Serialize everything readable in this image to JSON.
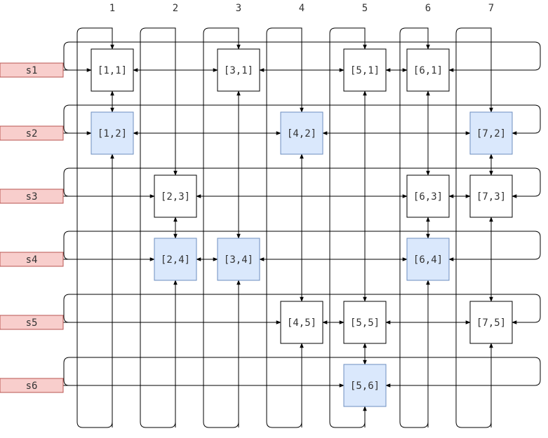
{
  "column_labels": [
    "1",
    "2",
    "3",
    "4",
    "5",
    "6",
    "7"
  ],
  "row_labels": [
    "s1",
    "s2",
    "s3",
    "s4",
    "s5",
    "s6"
  ],
  "colors": {
    "row_label_fill": "#f8cecc",
    "row_label_stroke": "#b85450",
    "node_fill_plain": "#ffffff",
    "node_fill_highlight": "#dae8fc",
    "node_stroke": "#000000",
    "highlight_stroke": "#6c8ebf",
    "line": "#000000"
  },
  "nodes": [
    {
      "label": "[1,1]",
      "col": 1,
      "row": 1,
      "highlight": false
    },
    {
      "label": "[3,1]",
      "col": 3,
      "row": 1,
      "highlight": false
    },
    {
      "label": "[5,1]",
      "col": 5,
      "row": 1,
      "highlight": false
    },
    {
      "label": "[6,1]",
      "col": 6,
      "row": 1,
      "highlight": false
    },
    {
      "label": "[1,2]",
      "col": 1,
      "row": 2,
      "highlight": true
    },
    {
      "label": "[4,2]",
      "col": 4,
      "row": 2,
      "highlight": true
    },
    {
      "label": "[7,2]",
      "col": 7,
      "row": 2,
      "highlight": true
    },
    {
      "label": "[2,3]",
      "col": 2,
      "row": 3,
      "highlight": false
    },
    {
      "label": "[6,3]",
      "col": 6,
      "row": 3,
      "highlight": false
    },
    {
      "label": "[7,3]",
      "col": 7,
      "row": 3,
      "highlight": false
    },
    {
      "label": "[2,4]",
      "col": 2,
      "row": 4,
      "highlight": true
    },
    {
      "label": "[3,4]",
      "col": 3,
      "row": 4,
      "highlight": true
    },
    {
      "label": "[6,4]",
      "col": 6,
      "row": 4,
      "highlight": true
    },
    {
      "label": "[4,5]",
      "col": 4,
      "row": 5,
      "highlight": false
    },
    {
      "label": "[5,5]",
      "col": 5,
      "row": 5,
      "highlight": false
    },
    {
      "label": "[7,5]",
      "col": 7,
      "row": 5,
      "highlight": false
    },
    {
      "label": "[5,6]",
      "col": 5,
      "row": 6,
      "highlight": true
    }
  ]
}
